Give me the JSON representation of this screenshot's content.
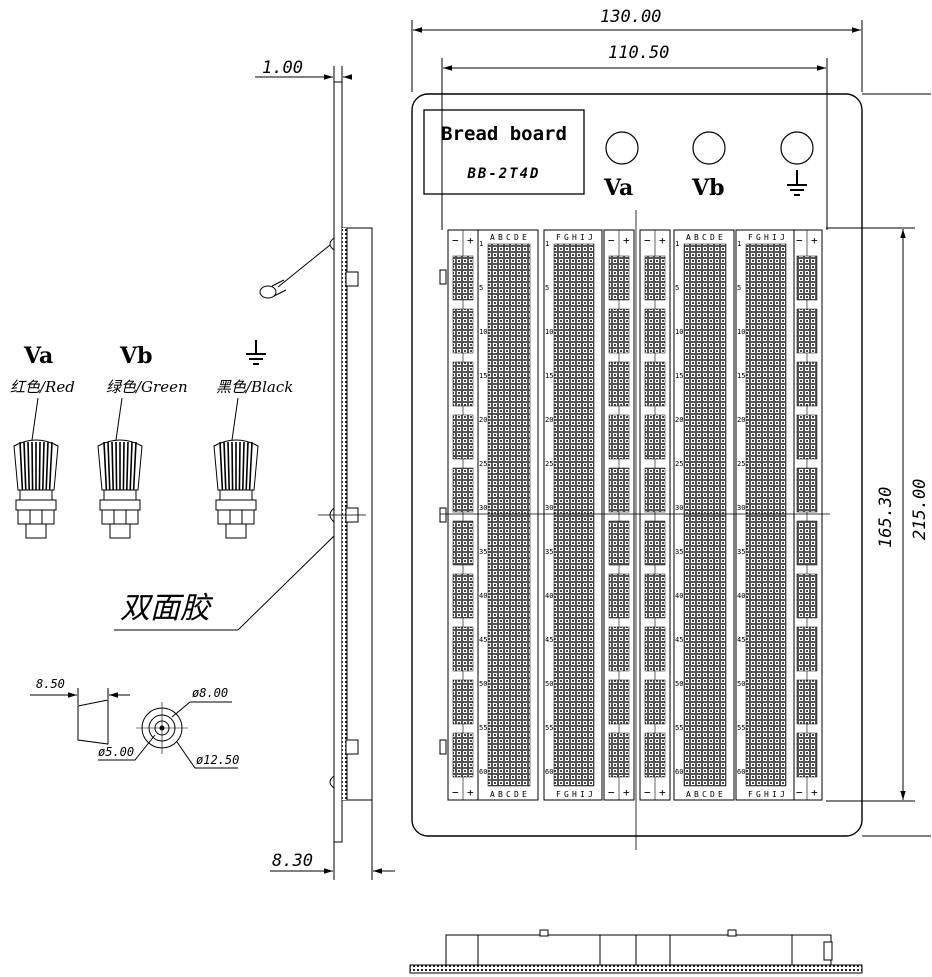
{
  "dimensions": {
    "overall_width": "130.00",
    "inner_width": "110.50",
    "thickness": "1.00",
    "side_depth": "8.30",
    "inner_height": "165.30",
    "overall_height": "215.00",
    "post_height": "8.50",
    "dia_inner": "ø8.00",
    "dia_hole": "ø5.00",
    "dia_outer": "ø12.50"
  },
  "nameplate": {
    "title": "Bread board",
    "model": "BB-2T4D"
  },
  "panel_labels": {
    "va": "Va",
    "vb": "Vb"
  },
  "posts": [
    {
      "name": "Va",
      "color_label": "红色/Red"
    },
    {
      "name": "Vb",
      "color_label": "绿色/Green"
    },
    {
      "name": "ground",
      "color_label": "黑色/Black"
    }
  ],
  "tape_label": "双面胶",
  "strip_letters_left": [
    "A",
    "B",
    "C",
    "D",
    "E"
  ],
  "strip_letters_right": [
    "F",
    "G",
    "H",
    "I",
    "J"
  ],
  "row_numbers": [
    "1",
    "5",
    "10",
    "15",
    "20",
    "25",
    "30",
    "35",
    "40",
    "45",
    "50",
    "55",
    "60"
  ],
  "rail_signs": {
    "minus": "−",
    "plus": "+"
  }
}
